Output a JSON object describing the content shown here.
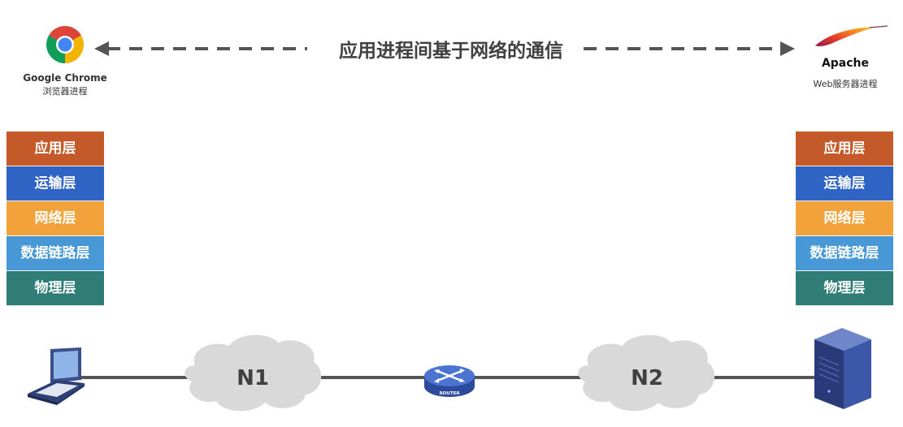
{
  "title": "应用进程间基于网络的通信",
  "client": {
    "name": "Google Chrome",
    "caption": "浏览器进程",
    "icon": "chrome-logo-icon"
  },
  "server": {
    "name": "Apache",
    "caption": "Web服务器进程",
    "icon": "apache-feather-icon"
  },
  "layers": [
    {
      "label": "应用层",
      "color": "#c4592a"
    },
    {
      "label": "运输层",
      "color": "#2f63c4"
    },
    {
      "label": "网络层",
      "color": "#f2a23a"
    },
    {
      "label": "数据链路层",
      "color": "#4798d4"
    },
    {
      "label": "物理层",
      "color": "#2f7d76"
    }
  ],
  "network": {
    "cloud1": "N1",
    "cloud2": "N2",
    "router": "ROUTER",
    "link_color": "#555555",
    "cloud_color": "#d9d9d9"
  }
}
